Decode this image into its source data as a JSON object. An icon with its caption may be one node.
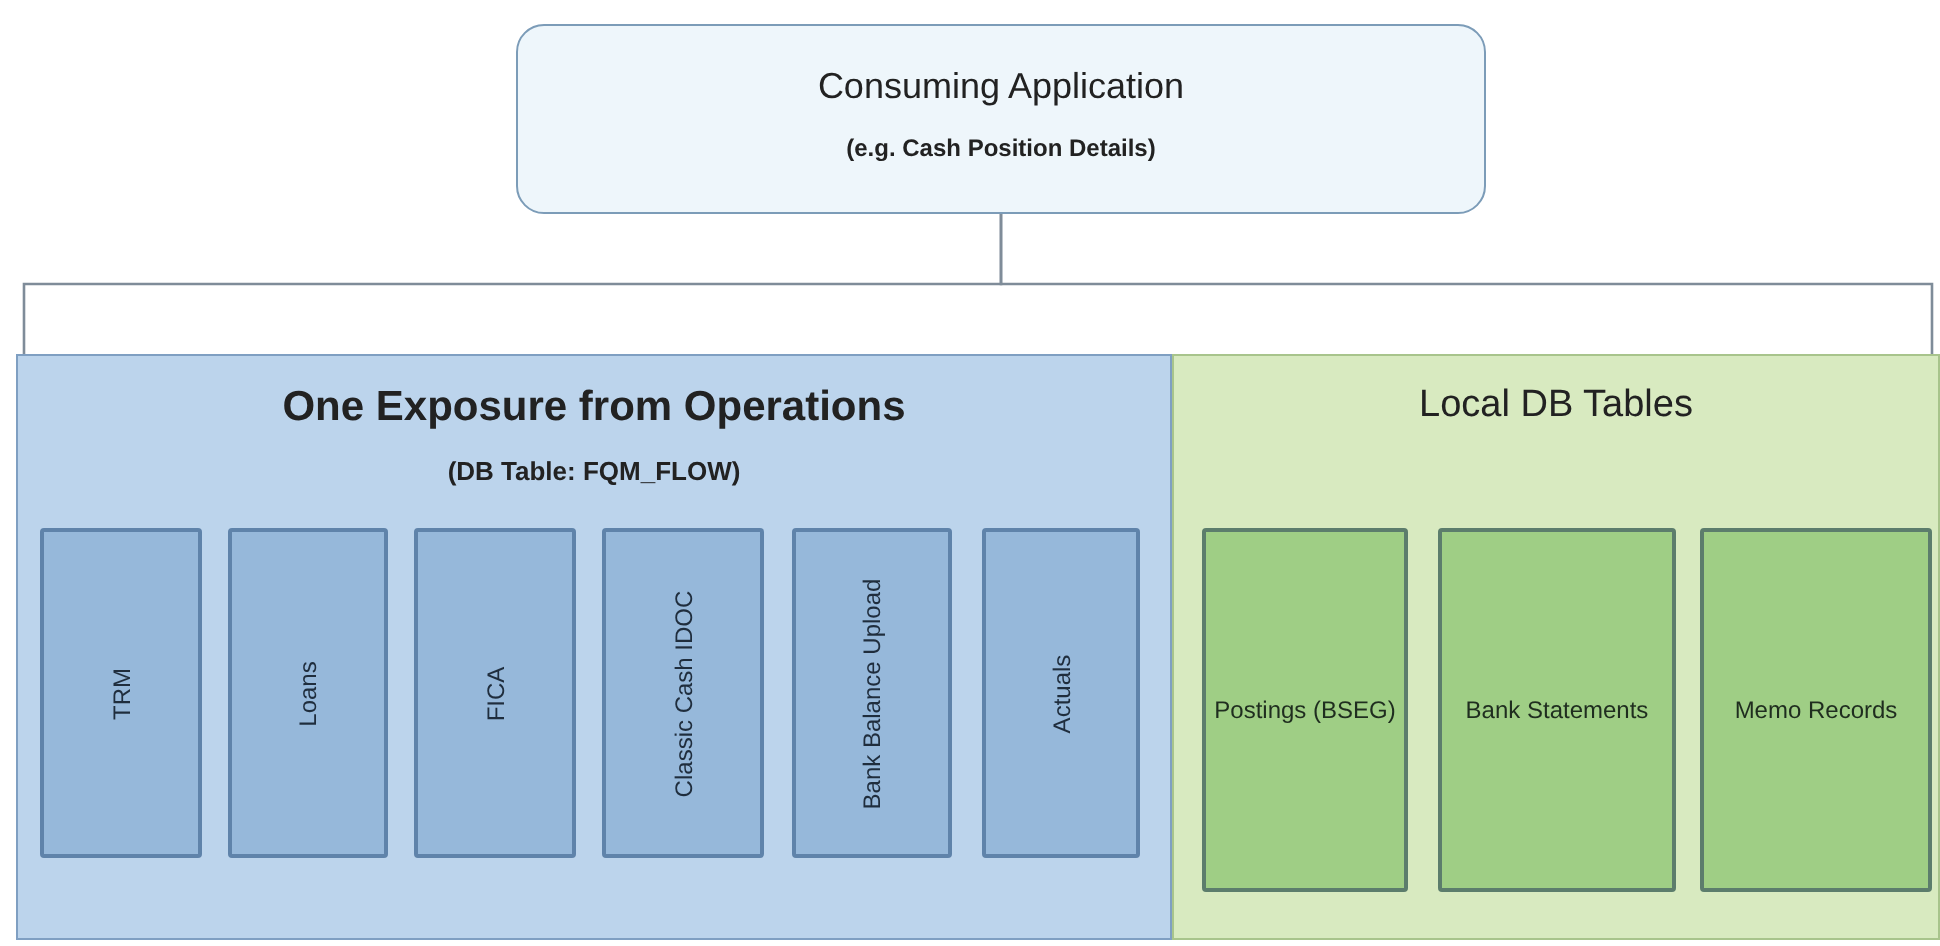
{
  "diagram": {
    "nodes": [
      {
        "text": [
          "Consuming Application",
          "(e.g. Cash Position Details)"
        ]
      },
      {
        "text": [
          "One Exposure from Operations",
          "(DB Table: FQM_FLOW)"
        ]
      },
      {
        "text": [
          "TRM"
        ],
        "in": 1
      },
      {
        "text": [
          "Loans"
        ],
        "in": 1
      },
      {
        "text": [
          "FICA"
        ],
        "in": 1
      },
      {
        "text": [
          "Classic Cash IDOC"
        ],
        "in": 1
      },
      {
        "text": [
          "Bank Balance Upload"
        ],
        "in": 1
      },
      {
        "text": [
          "Actuals"
        ],
        "in": 1
      },
      {
        "text": [
          "Local DB Tables"
        ]
      },
      {
        "text": [
          "Postings (BSEG)"
        ],
        "in": 8
      },
      {
        "text": [
          "Bank Statements"
        ],
        "in": 8
      },
      {
        "text": [
          "Memo Records"
        ],
        "in": 8
      }
    ],
    "edges": [
      {
        "from": 0,
        "to": 1,
        "arrow": "none"
      },
      {
        "from": 0,
        "to": 8,
        "arrow": "none"
      }
    ]
  }
}
